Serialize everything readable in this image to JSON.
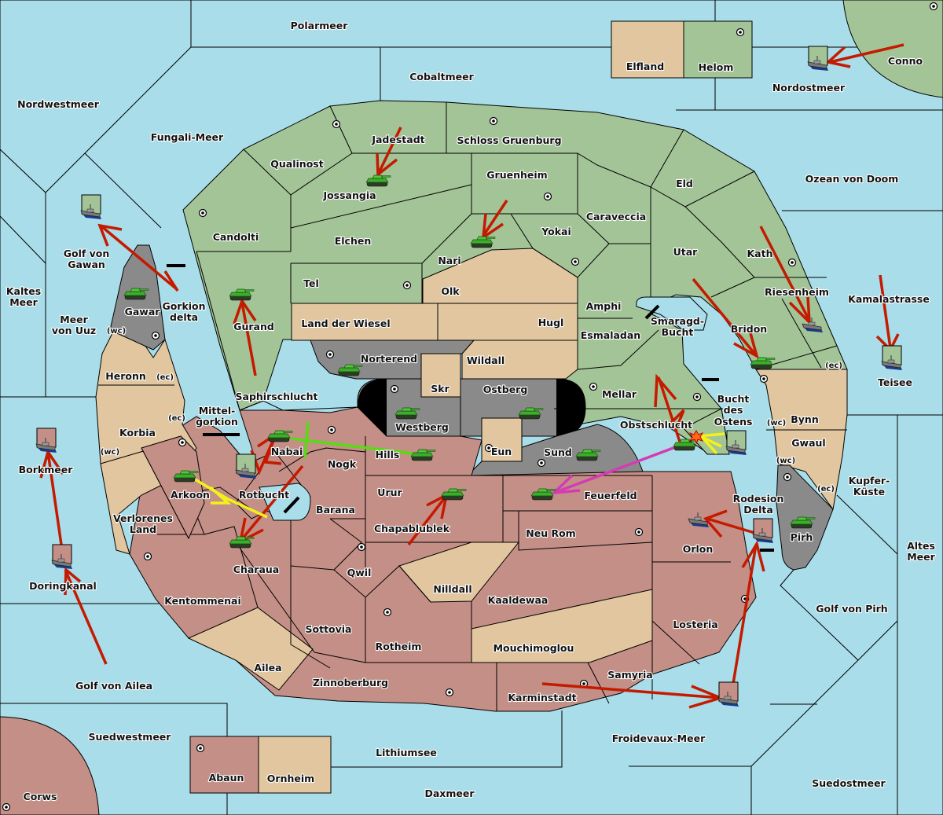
{
  "map": {
    "title": "Diplomacy map",
    "colors": {
      "sea": "#a9dde9",
      "power_green": "#a3c497",
      "power_red": "#c48f86",
      "neutral_tan": "#e1c69f",
      "impassable_grey": "#8a8a8a",
      "order_move": "#c41a00",
      "order_support": "#f2f21a",
      "order_cut": "#55dd11",
      "order_convoy": "#d23cb4"
    },
    "seas": {
      "polarmeer": "Polarmeer",
      "cobaltmeer": "Cobaltmeer",
      "nordwestmeer": "Nordwestmeer",
      "fungali": "Fungali-Meer",
      "nordostmeer": "Nordostmeer",
      "ozean": "Ozean von Doom",
      "golf_gawan_1": "Golf von",
      "golf_gawan_2": "Gawan",
      "kaltes_1": "Kaltes",
      "kaltes_2": "Meer",
      "uuz_1": "Meer",
      "uuz_2": "von Uuz",
      "gorkion_1": "Gorkion",
      "gorkion_2": "delta",
      "mittel_1": "Mittel-",
      "mittel_2": "gorkion",
      "borkmeer": "Borkmeer",
      "rotbucht": "Rotbucht",
      "doringkanal": "Doringkanal",
      "golf_ailea": "Golf von Ailea",
      "suedwestmeer": "Suedwestmeer",
      "lithiumsee": "Lithiumsee",
      "daxmeer": "Daxmeer",
      "froidevaux": "Froidevaux-Meer",
      "suedostmeer": "Suedostmeer",
      "golf_pirh": "Golf von Pirh",
      "altes_1": "Altes",
      "altes_2": "Meer",
      "kupfer_1": "Kupfer-",
      "kupfer_2": "Küste",
      "kamalastrasse": "Kamalastrasse",
      "teisee": "Teisee",
      "smaragd_1": "Smaragd-",
      "smaragd_2": "Bucht",
      "bucht_1": "Bucht",
      "bucht_2": "des",
      "bucht_3": "Ostens",
      "rodesion_1": "Rodesion",
      "rodesion_2": "Delta"
    },
    "lands": {
      "elfland": "Elfland",
      "helom": "Helom",
      "conno": "Conno",
      "jadestadt": "Jadestadt",
      "schloss": "Schloss Gruenburg",
      "qualinost": "Qualinost",
      "jossangia": "Jossangia",
      "gruenheim": "Gruenheim",
      "eld": "Eld",
      "caraveccia": "Caraveccia",
      "candolti": "Candolti",
      "elchen": "Elchen",
      "yokai": "Yokai",
      "nari": "Nari",
      "utar": "Utar",
      "kath": "Kath",
      "tel": "Tel",
      "olk": "Olk",
      "gurand": "Gurand",
      "riesenheim": "Riesenheim",
      "amphi": "Amphi",
      "land_wiesel": "Land der Wiesel",
      "hugl": "Hugl",
      "gawar": "Gawar",
      "esmaladan": "Esmaladan",
      "bridon": "Bridon",
      "norterend": "Norterend",
      "wildall": "Wildall",
      "heronn": "Heronn",
      "skr": "Skr",
      "ostberg": "Ostberg",
      "saphirschlucht": "Saphirschlucht",
      "mellar": "Mellar",
      "bynn": "Bynn",
      "westberg": "Westberg",
      "obstschlucht": "Obstschlucht",
      "korbia": "Korbia",
      "nabai": "Nabai",
      "hills": "Hills",
      "eun": "Eun",
      "sund": "Sund",
      "gwaul": "Gwaul",
      "nogk": "Nogk",
      "arkoon": "Arkoon",
      "urur": "Urur",
      "feuerfeld": "Feuerfeld",
      "verlorenes_1": "Verlorenes",
      "verlorenes_2": "Land",
      "barana": "Barana",
      "chapablublek": "Chapablublek",
      "neu_rom": "Neu Rom",
      "orlon": "Orlon",
      "pirh": "Pirh",
      "charaua": "Charaua",
      "qwil": "Qwil",
      "nilldall": "Nilldall",
      "kentommenai": "Kentommenai",
      "kaaldewaa": "Kaaldewaa",
      "losteria": "Losteria",
      "sottovia": "Sottovia",
      "rotheim": "Rotheim",
      "mouchimoglou": "Mouchimoglou",
      "ailea": "Ailea",
      "samyria": "Samyria",
      "zinnoberburg": "Zinnoberburg",
      "karminstadt": "Karminstadt",
      "abaun": "Abaun",
      "ornheim": "Ornheim",
      "corws": "Corws"
    },
    "coasts": {
      "wc": "(wc)",
      "ec": "(ec)"
    }
  }
}
